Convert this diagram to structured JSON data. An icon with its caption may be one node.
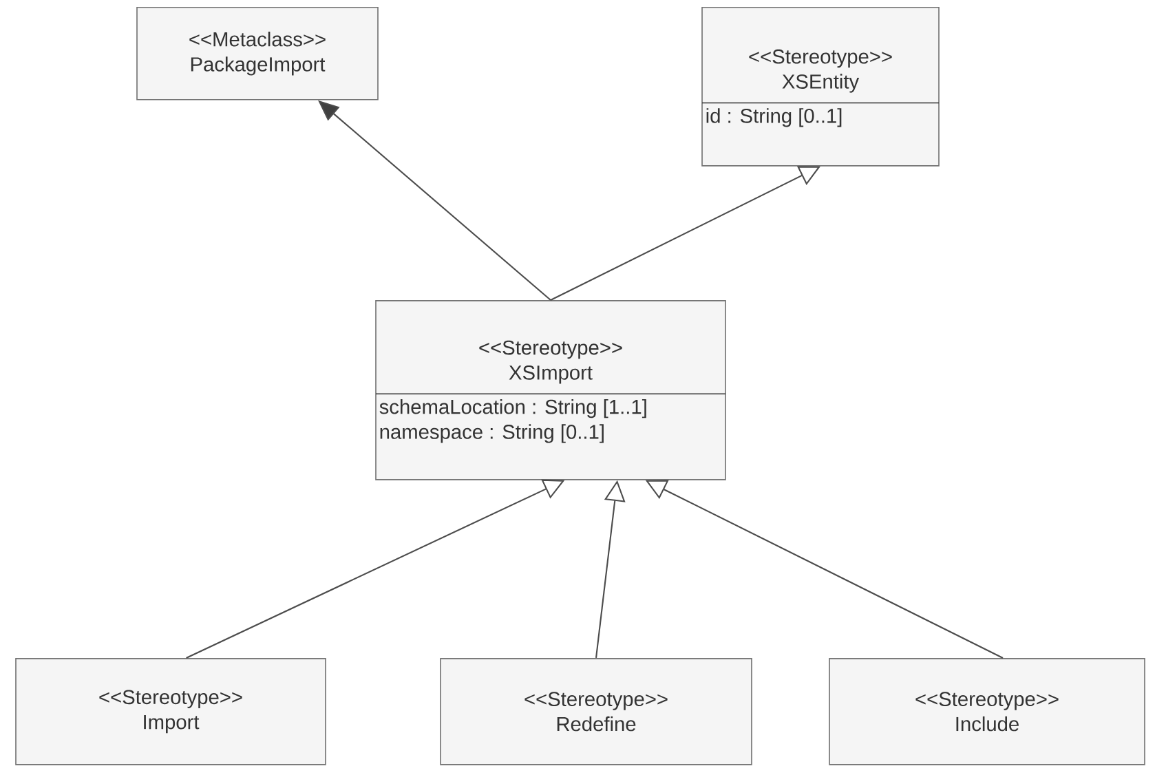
{
  "diagram": {
    "nodes": [
      {
        "text": [
          "<<Metaclass>>",
          "PackageImport"
        ]
      },
      {
        "text": [
          "<<Stereotype>>",
          "XSEntity",
          "id : String [0..1]"
        ]
      },
      {
        "text": [
          "<<Stereotype>>",
          "XSImport",
          "schemaLocation : String [1..1]",
          "namespace : String [0..1]"
        ]
      },
      {
        "text": [
          "<<Stereotype>>",
          "Import"
        ]
      },
      {
        "text": [
          "<<Stereotype>>",
          "Redefine"
        ]
      },
      {
        "text": [
          "<<Stereotype>>",
          "Include"
        ]
      }
    ],
    "edges": [
      {
        "from": 2,
        "to": 0,
        "arrow": "to"
      },
      {
        "from": 2,
        "to": 1,
        "arrow": "to"
      },
      {
        "from": 3,
        "to": 2,
        "arrow": "to"
      },
      {
        "from": 4,
        "to": 2,
        "arrow": "to"
      },
      {
        "from": 5,
        "to": 2,
        "arrow": "to"
      }
    ]
  }
}
